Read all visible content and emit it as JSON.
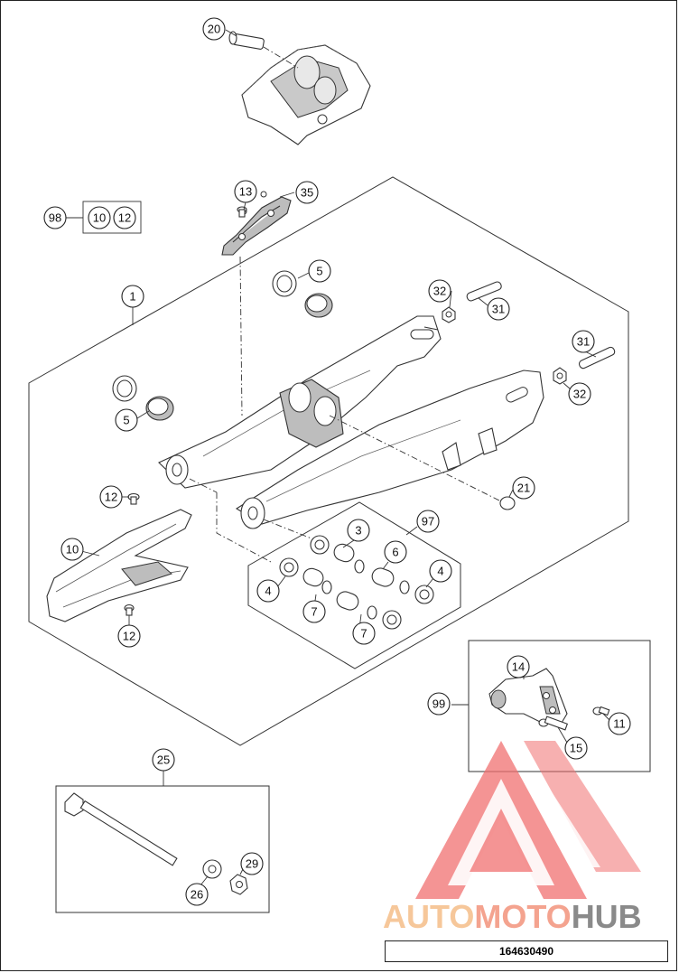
{
  "callouts": [
    {
      "id": "c20",
      "label": "20"
    },
    {
      "id": "c13",
      "label": "13"
    },
    {
      "id": "c35",
      "label": "35"
    },
    {
      "id": "c98",
      "label": "98"
    },
    {
      "id": "c98a",
      "label": "10"
    },
    {
      "id": "c98b",
      "label": "12"
    },
    {
      "id": "c5a",
      "label": "5"
    },
    {
      "id": "c1",
      "label": "1"
    },
    {
      "id": "c32a",
      "label": "32"
    },
    {
      "id": "c31a",
      "label": "31"
    },
    {
      "id": "c31b",
      "label": "31"
    },
    {
      "id": "c32b",
      "label": "32"
    },
    {
      "id": "c5b",
      "label": "5"
    },
    {
      "id": "c12a",
      "label": "12"
    },
    {
      "id": "c21",
      "label": "21"
    },
    {
      "id": "c10",
      "label": "10"
    },
    {
      "id": "c3",
      "label": "3"
    },
    {
      "id": "c97",
      "label": "97"
    },
    {
      "id": "c6",
      "label": "6"
    },
    {
      "id": "c4a",
      "label": "4"
    },
    {
      "id": "c4b",
      "label": "4"
    },
    {
      "id": "c7a",
      "label": "7"
    },
    {
      "id": "c7b",
      "label": "7"
    },
    {
      "id": "c12b",
      "label": "12"
    },
    {
      "id": "c14",
      "label": "14"
    },
    {
      "id": "c99",
      "label": "99"
    },
    {
      "id": "c11",
      "label": "11"
    },
    {
      "id": "c15",
      "label": "15"
    },
    {
      "id": "c25",
      "label": "25"
    },
    {
      "id": "c29",
      "label": "29"
    },
    {
      "id": "c26",
      "label": "26"
    }
  ],
  "brand": {
    "auto": "AUTO",
    "moto": "MOTO",
    "hub": "HUB"
  },
  "diagram_code": "164630490",
  "colors": {
    "logo_red": "#f07070",
    "logo_orange": "#f6c79a",
    "logo_gray": "#8a8a8a",
    "line": "#333333"
  }
}
